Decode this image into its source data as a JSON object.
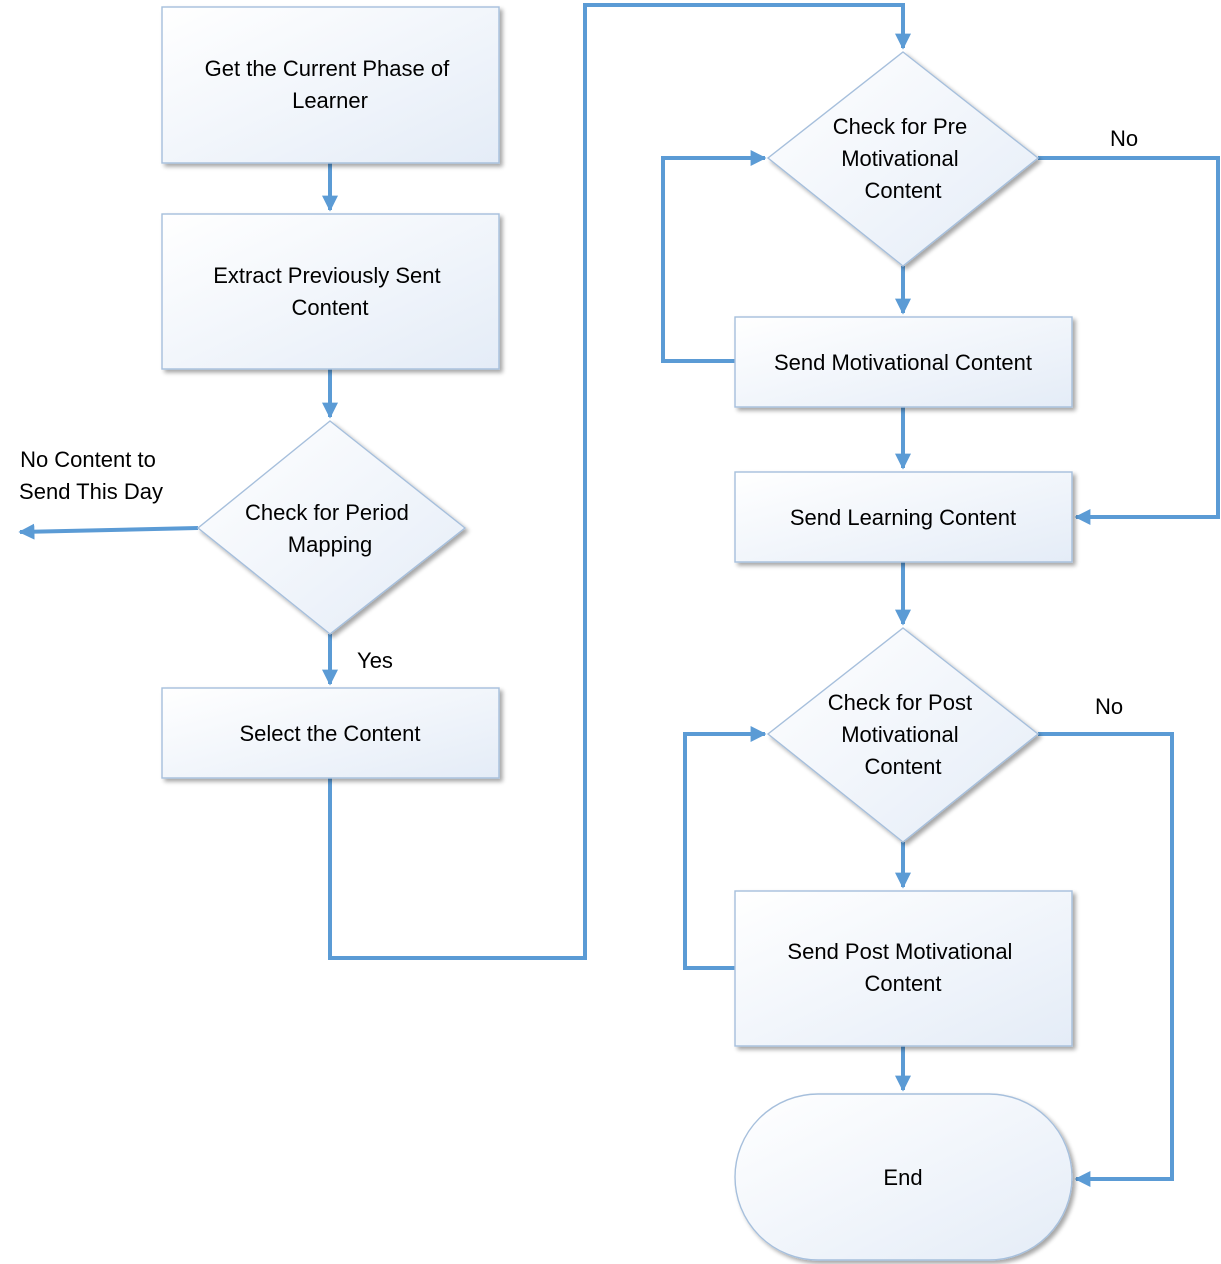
{
  "diagram": {
    "nodes": {
      "get_phase": {
        "lines": [
          "Get the Current Phase of",
          "Learner"
        ]
      },
      "extract_sent": {
        "lines": [
          "Extract Previously Sent",
          "Content"
        ]
      },
      "check_period": {
        "lines": [
          "Check for Period",
          "Mapping"
        ]
      },
      "select_content": {
        "lines": [
          "Select the Content"
        ]
      },
      "check_pre": {
        "lines": [
          "Check for Pre",
          "Motivational",
          "Content"
        ]
      },
      "send_motivational": {
        "lines": [
          "Send Motivational Content"
        ]
      },
      "send_learning": {
        "lines": [
          "Send Learning Content"
        ]
      },
      "check_post": {
        "lines": [
          "Check for Post",
          "Motivational",
          "Content"
        ]
      },
      "send_post": {
        "lines": [
          "Send Post Motivational",
          "Content"
        ]
      },
      "end": {
        "lines": [
          "End"
        ]
      }
    },
    "edge_labels": {
      "no_content": [
        "No Content to",
        "Send This Day"
      ],
      "yes": "Yes",
      "pre_no": "No",
      "post_no": "No"
    },
    "colors": {
      "connector": "#5b9bd5",
      "shape_border": "#a6bfdc",
      "shape_fill_top": "#ffffff",
      "shape_fill_bottom": "#e6edf7"
    }
  }
}
